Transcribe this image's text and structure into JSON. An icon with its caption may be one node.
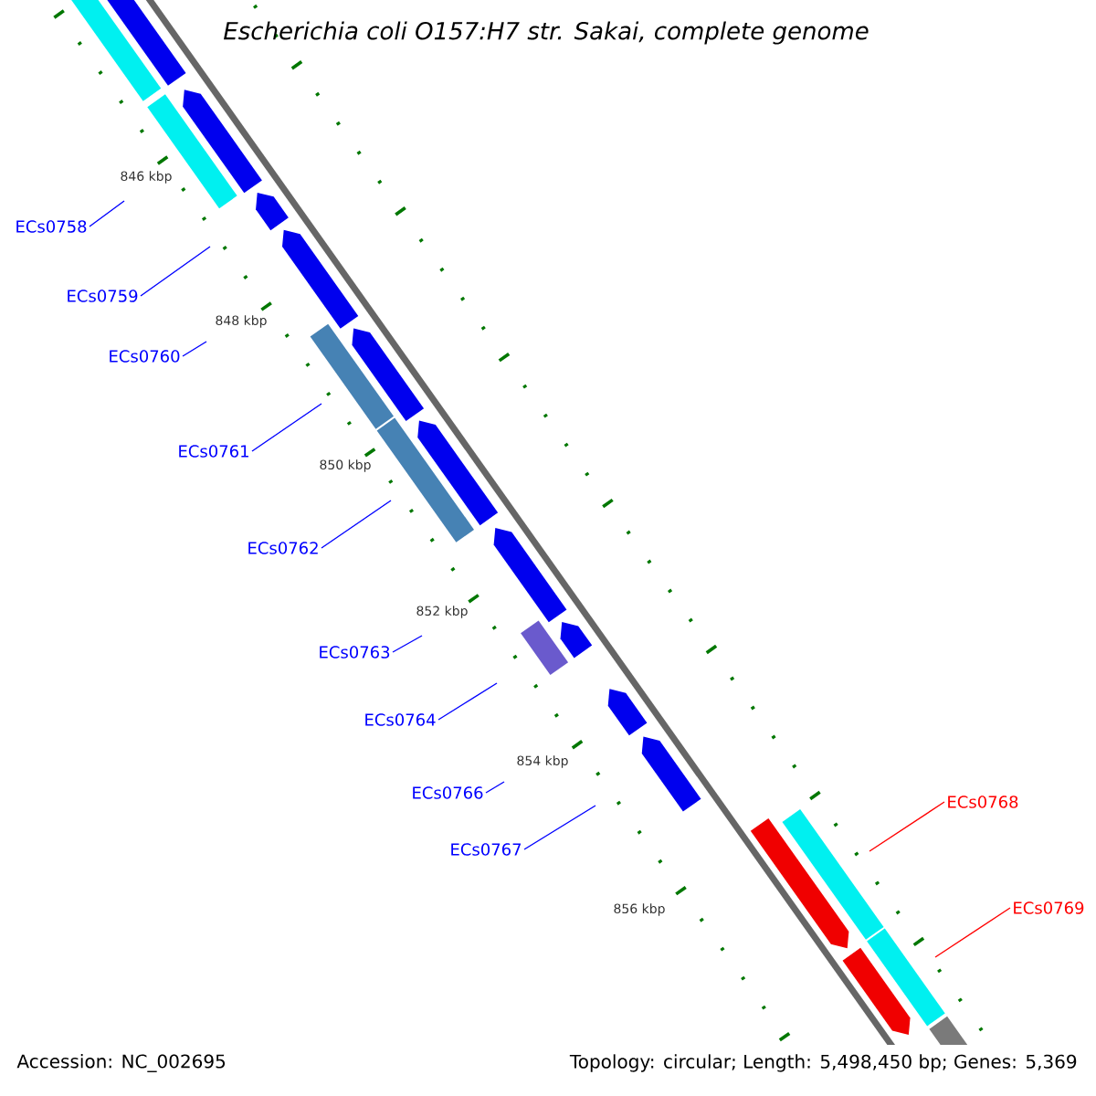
{
  "diagram": {
    "title": "Escherichia coli O157:H7 str. Sakai, complete genome",
    "nodes": [
      {
        "text": [
          "ECs0758"
        ]
      },
      {
        "text": [
          "ECs0759"
        ]
      },
      {
        "text": [
          "ECs0760"
        ]
      },
      {
        "text": [
          "ECs0761"
        ]
      },
      {
        "text": [
          "ECs0762"
        ]
      },
      {
        "text": [
          "ECs0763"
        ]
      },
      {
        "text": [
          "ECs0764"
        ]
      },
      {
        "text": [
          "ECs0766"
        ]
      },
      {
        "text": [
          "ECs0767"
        ]
      },
      {
        "text": [
          "ECs0768"
        ]
      },
      {
        "text": [
          "ECs0769"
        ]
      }
    ],
    "edges": [
      {
        "from": 0,
        "to": null,
        "arrow": "none"
      },
      {
        "from": 1,
        "to": null,
        "arrow": "none"
      },
      {
        "from": 2,
        "to": null,
        "arrow": "none"
      },
      {
        "from": 3,
        "to": null,
        "arrow": "none"
      },
      {
        "from": 4,
        "to": null,
        "arrow": "none"
      },
      {
        "from": 5,
        "to": null,
        "arrow": "none"
      },
      {
        "from": 6,
        "to": null,
        "arrow": "none"
      },
      {
        "from": 7,
        "to": null,
        "arrow": "none"
      },
      {
        "from": 8,
        "to": null,
        "arrow": "none"
      },
      {
        "from": 9,
        "to": null,
        "arrow": "none",
        "color": "#ff0000"
      },
      {
        "from": 10,
        "to": null,
        "arrow": "none",
        "color": "#ff0000"
      }
    ],
    "labels": [
      "846 kbp",
      "848 kbp",
      "850 kbp",
      "852 kbp",
      "854 kbp",
      "856 kbp",
      "Accession: NC_002695",
      "Topology: circular; Length: 5,498,450 bp; Genes: 5,369"
    ]
  }
}
